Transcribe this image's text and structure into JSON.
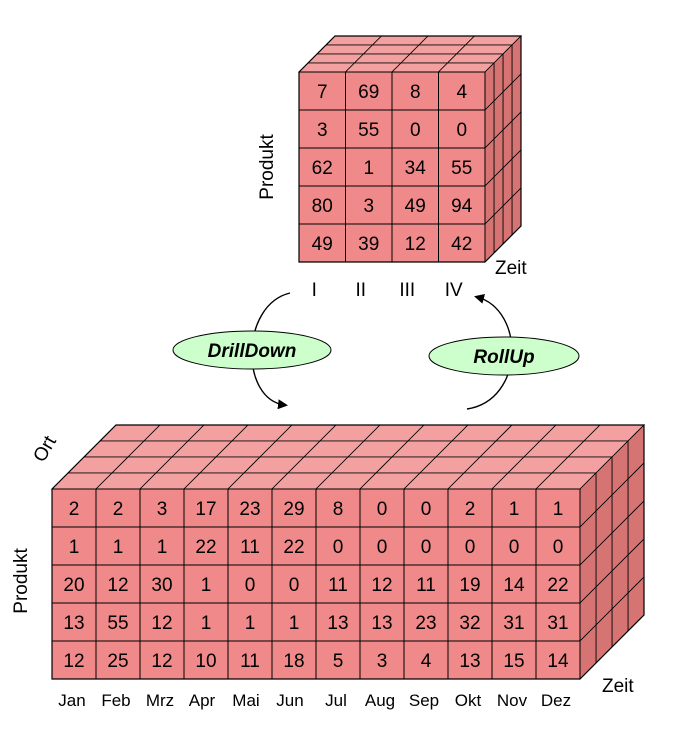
{
  "colors": {
    "front": "#f08a8a",
    "top": "#f3a0a0",
    "side": "#d67474",
    "grid": "#000000",
    "ellipse": "#ccffcc"
  },
  "top_cube": {
    "axis_y_label": "Produkt",
    "axis_depth_label": "Zeit",
    "columns": [
      "I",
      "II",
      "III",
      "IV"
    ],
    "rows": [
      [
        "7",
        "69",
        "8",
        "4"
      ],
      [
        "3",
        "55",
        "0",
        "0"
      ],
      [
        "62",
        "1",
        "34",
        "55"
      ],
      [
        "80",
        "3",
        "49",
        "94"
      ],
      [
        "49",
        "39",
        "12",
        "42"
      ]
    ]
  },
  "bottom_cube": {
    "axis_y_label": "Produkt",
    "axis_depth_label": "Zeit",
    "axis_top_label": "Ort",
    "columns": [
      "Jan",
      "Feb",
      "Mrz",
      "Apr",
      "Mai",
      "Jun",
      "Jul",
      "Aug",
      "Sep",
      "Okt",
      "Nov",
      "Dez"
    ],
    "rows": [
      [
        "2",
        "2",
        "3",
        "17",
        "23",
        "29",
        "8",
        "0",
        "0",
        "2",
        "1",
        "1"
      ],
      [
        "1",
        "1",
        "1",
        "22",
        "11",
        "22",
        "0",
        "0",
        "0",
        "0",
        "0",
        "0"
      ],
      [
        "20",
        "12",
        "30",
        "1",
        "0",
        "0",
        "11",
        "12",
        "11",
        "19",
        "14",
        "22"
      ],
      [
        "13",
        "55",
        "12",
        "1",
        "1",
        "1",
        "13",
        "13",
        "23",
        "32",
        "31",
        "31"
      ],
      [
        "12",
        "25",
        "12",
        "10",
        "11",
        "18",
        "5",
        "3",
        "4",
        "13",
        "15",
        "14"
      ]
    ]
  },
  "operations": {
    "drilldown": "DrillDown",
    "rollup": "RollUp"
  }
}
